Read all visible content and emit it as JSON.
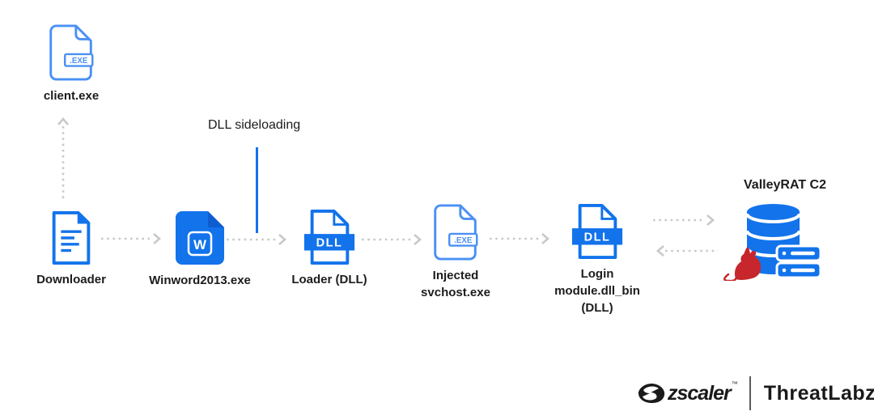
{
  "annotation": {
    "dll_sideloading": "DLL sideloading"
  },
  "nodes": {
    "client": {
      "label": "client.exe",
      "badge": ".EXE"
    },
    "downloader": {
      "label": "Downloader"
    },
    "winword": {
      "label": "Winword2013.exe",
      "badge": "W"
    },
    "loader": {
      "label": "Loader (DLL)",
      "badge": "DLL"
    },
    "svchost": {
      "label": "Injected svchost.exe",
      "badge": ".EXE"
    },
    "login_module": {
      "label": "Login module.dll_bin (DLL)",
      "badge": "DLL"
    },
    "c2": {
      "label": "ValleyRAT C2"
    }
  },
  "flow": [
    "Downloader -> client.exe (drops, dotted arrow up)",
    "Downloader -> Winword2013.exe",
    "Winword2013.exe -> Loader (DLL) via DLL sideloading",
    "Loader (DLL) -> Injected svchost.exe",
    "Injected svchost.exe -> Login module.dll_bin (DLL)",
    "Login module.dll_bin (DLL) <-> ValleyRAT C2 (two dotted arrows)"
  ],
  "icons": {
    "exe_file": "exe-file-icon",
    "document": "document-icon",
    "word_file": "word-file-icon",
    "dll_file": "dll-file-icon",
    "c2_server": "database-server-icon",
    "rat": "rat-icon",
    "brand": "zscaler-logo-icon"
  },
  "colors": {
    "primary_blue": "#1273eb",
    "light_blue": "#4a90f5",
    "dark_blue": "#0e5ed0",
    "arrow_gray": "#c9c9c9",
    "rat_red": "#c6262c",
    "text": "#1c1c1c"
  },
  "footer": {
    "brand": "zscaler",
    "trademark": "™",
    "team": "ThreatLabz"
  }
}
